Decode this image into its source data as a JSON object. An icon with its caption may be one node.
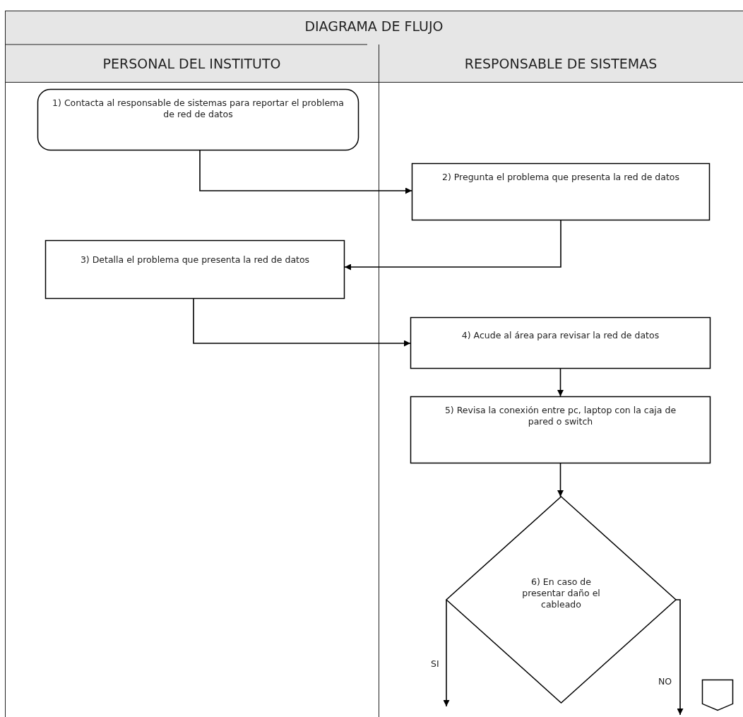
{
  "diagram": {
    "title": "DIAGRAMA DE FLUJO",
    "nodes": [
      {
        "text": [
          "1) Contacta al responsable de sistemas para reportar el problema de red de datos"
        ]
      },
      {
        "text": [
          "2) Pregunta el problema que presenta la red de datos"
        ]
      },
      {
        "text": [
          "3) Detalla el problema que presenta la red de datos"
        ]
      },
      {
        "text": [
          "4) Acude al área para revisar la red de datos"
        ]
      },
      {
        "text": [
          "5) Revisa la conexión entre pc, laptop con la caja de pared o switch"
        ]
      },
      {
        "text": [
          "6) En caso de presentar daño el cableado"
        ]
      },
      {
        "text": [],
        "shape": "pentagon"
      }
    ],
    "edges": [
      {
        "from": 0,
        "to": 1,
        "arrow": "to"
      },
      {
        "from": 1,
        "to": 2,
        "arrow": "to"
      },
      {
        "from": 2,
        "to": 3,
        "arrow": "to"
      },
      {
        "from": 3,
        "to": 4,
        "arrow": "to"
      },
      {
        "from": 4,
        "to": 5,
        "arrow": "to"
      },
      {
        "from": 5,
        "to": null,
        "arrow": "to",
        "label": "SI"
      },
      {
        "from": 5,
        "to": null,
        "arrow": "to",
        "label": "NO"
      }
    ],
    "labels": [
      "PERSONAL DEL INSTITUTO",
      "RESPONSABLE DE SISTEMAS"
    ]
  }
}
